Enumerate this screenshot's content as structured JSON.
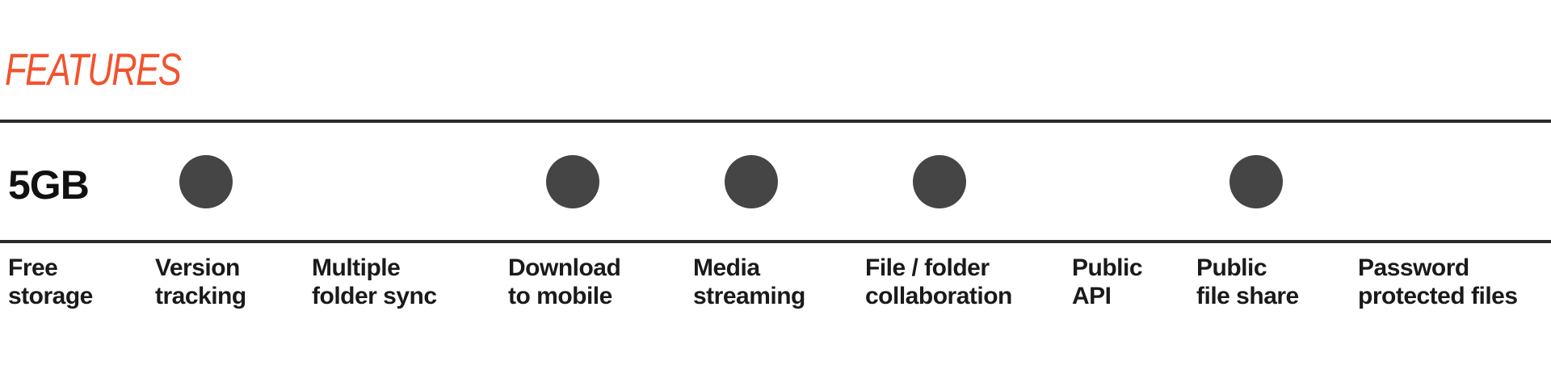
{
  "title": "FEATURES",
  "storage_value": "5GB",
  "colors": {
    "title": "#f2532e",
    "dot": "#454545",
    "rule": "#2a2a2a"
  },
  "features": [
    {
      "line1": "Free",
      "line2": "storage",
      "included": false
    },
    {
      "line1": "Version",
      "line2": "tracking",
      "included": true
    },
    {
      "line1": "Multiple",
      "line2": "folder sync",
      "included": false
    },
    {
      "line1": "Download",
      "line2": "to mobile",
      "included": true
    },
    {
      "line1": "Media",
      "line2": "streaming",
      "included": true
    },
    {
      "line1": "File / folder",
      "line2": "collaboration",
      "included": true
    },
    {
      "line1": "Public",
      "line2": "API",
      "included": false
    },
    {
      "line1": "Public",
      "line2": "file share",
      "included": true
    },
    {
      "line1": "Password",
      "line2": "protected files",
      "included": false
    }
  ]
}
